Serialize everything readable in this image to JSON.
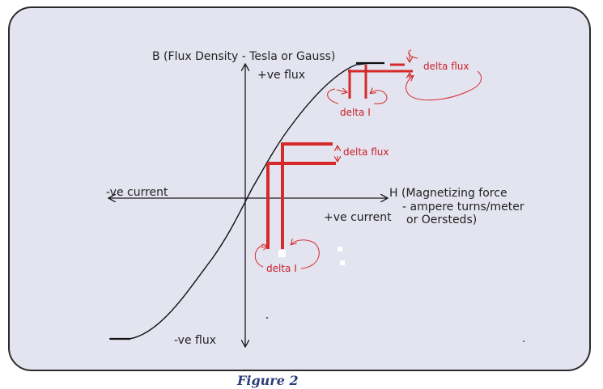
{
  "colors": {
    "panel_bg": "#e4e4f0",
    "panel_border": "#2b2b2b",
    "axis": "#1a1a1a",
    "curve": "#111111",
    "annotation_red": "#d42a2a",
    "caption_blue": "#2c3e7a"
  },
  "labels": {
    "y_axis_title": "B (Flux Density - Tesla or Gauss)",
    "pos_flux": "+ve flux",
    "neg_flux": "-ve flux",
    "neg_current": "-ve current",
    "pos_current": "+ve current",
    "x_axis_line1": "H (Magnetizing force",
    "x_axis_line2": "- ampere turns/meter",
    "x_axis_line3": "or Oersteds)"
  },
  "annotations": {
    "delta_flux_top": "delta flux",
    "delta_i_top": "delta I",
    "delta_flux_mid": "delta flux",
    "delta_i_bottom": "delta I"
  },
  "caption": "Figure 2"
}
